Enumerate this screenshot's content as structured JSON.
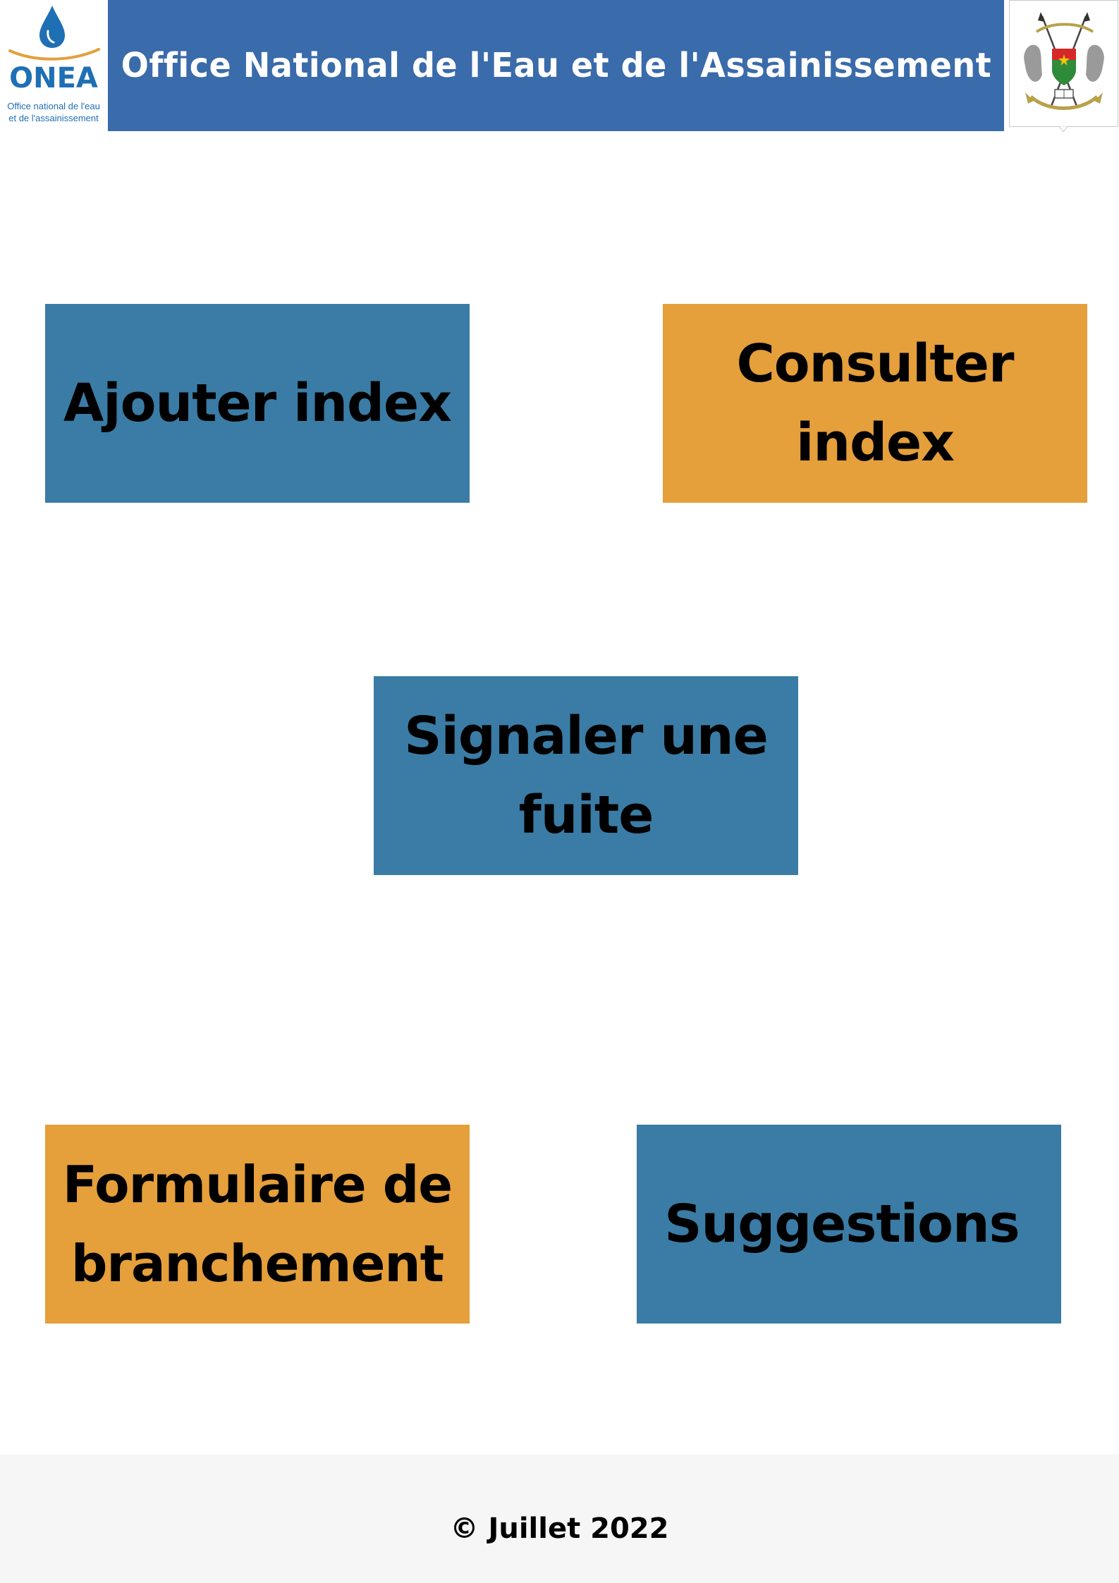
{
  "header": {
    "title": "Office National de l'Eau et de l'Assainissement",
    "logo_left": {
      "icon": "onea-water-drop-logo",
      "name": "ONEA",
      "tagline_line1": "Office national de l'eau",
      "tagline_line2": "et de l'assainissement"
    },
    "logo_right": {
      "icon": "burkina-faso-coat-of-arms"
    }
  },
  "menu": {
    "add_index": "Ajouter index",
    "consult_index": "Consulter index",
    "report_leak": "Signaler une fuite",
    "connection_form": "Formulaire de branchement",
    "suggestions": "Suggestions"
  },
  "footer": {
    "copyright": "© Juillet 2022"
  },
  "colors": {
    "header_blue": "#3a6baa",
    "tile_blue": "#3a7ca5",
    "tile_orange": "#e59f3b",
    "logo_blue": "#1f6fb5",
    "footer_bg": "#f6f6f6"
  }
}
